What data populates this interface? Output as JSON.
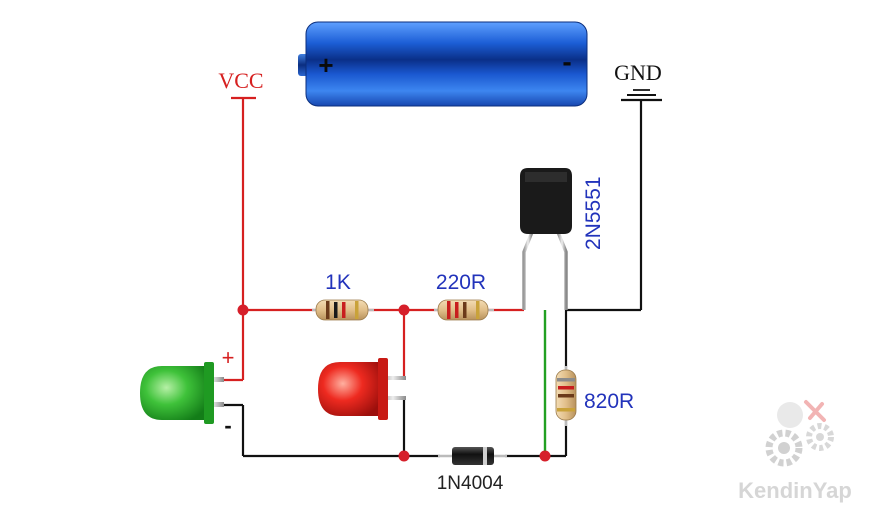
{
  "labels": {
    "vcc": "VCC",
    "gnd": "GND",
    "r1": "1K",
    "r2": "220R",
    "r3": "820R",
    "transistor": "2N5551",
    "diode": "1N4004",
    "led_plus": "+",
    "led_minus": "-",
    "battery_plus": "+",
    "battery_minus": "-",
    "watermark": "KendinYap"
  },
  "colors": {
    "vcc_wire": "#d62020",
    "ground_wire": "#111111",
    "base_wire": "#22a022",
    "junction": "#d61f2a",
    "label_blue": "#2233bb",
    "battery": "#1d5fd0",
    "led_green": "#27b52a",
    "led_red": "#e8231c",
    "transistor": "#1a1a1a",
    "watermark": "#d0d0d0"
  }
}
